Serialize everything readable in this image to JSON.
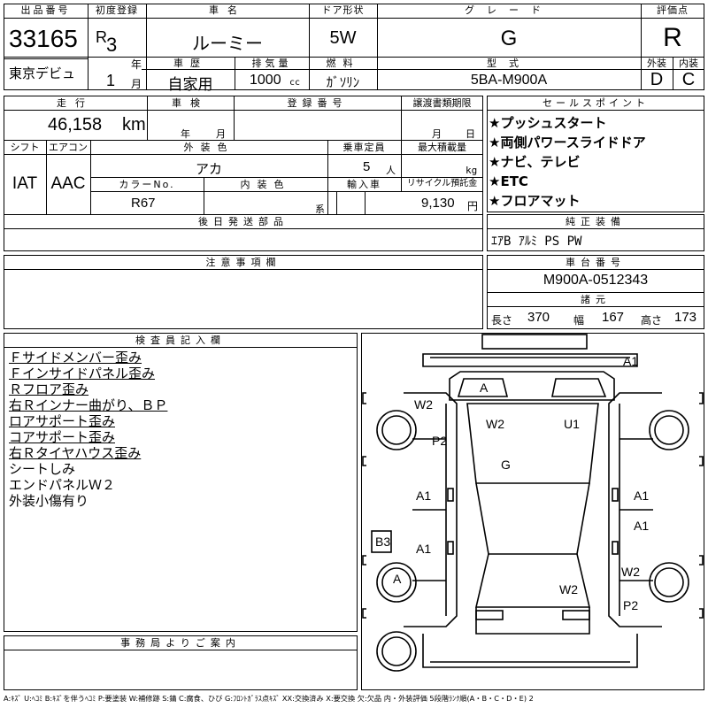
{
  "header": {
    "lot_label": "出品番号",
    "lot_number": "33165",
    "venue": "東京デビュ",
    "first_reg_label": "初度登録",
    "era": "R",
    "year": "3",
    "year_unit": "年",
    "month": "1",
    "month_unit": "月",
    "car_name_label": "車名",
    "car_name": "ルーミー",
    "door_label": "ドア形状",
    "door": "5W",
    "grade_label": "グレード",
    "grade": "G",
    "score_label": "評価点",
    "score": "R",
    "history_label": "車歴",
    "history": "自家用",
    "displacement_label": "排気量",
    "displacement": "1000",
    "displacement_unit": "cc",
    "fuel_label": "燃料",
    "fuel": "ｶﾞｿﾘﾝ",
    "model_label": "型式",
    "model": "5BA-M900A",
    "ext_label": "外装",
    "ext_grade": "D",
    "int_label": "内装",
    "int_grade": "C"
  },
  "specs": {
    "mileage_label": "走行",
    "mileage": "46,158",
    "mileage_unit": "km",
    "inspection_label": "車検",
    "insp_year_unit": "年",
    "insp_month_unit": "月",
    "reg_no_label": "登録番号",
    "transfer_label": "譲渡書類期限",
    "transfer_month_unit": "月",
    "transfer_day_unit": "日",
    "shift_label": "シフト",
    "shift": "IAT",
    "ac_label": "エアコン",
    "ac": "AAC",
    "color_label": "外装色",
    "color": "アカ",
    "capacity_label": "乗車定員",
    "capacity": "5",
    "capacity_unit": "人",
    "load_label": "最大積載量",
    "load_unit": "kg",
    "color_no_label": "カラーNo.",
    "color_no": "R67",
    "interior_color_label": "内装色",
    "interior_suffix": "系",
    "import_label": "輸入車",
    "recycle_label": "リサイクル預託金",
    "recycle": "9,130",
    "recycle_unit": "円",
    "after_parts_label": "後日発送部品"
  },
  "sales_points": {
    "label": "セールスポイント",
    "items": [
      "★プッシュスタート",
      "★両側パワースライドドア",
      "★ナビ、テレビ",
      "★ETC",
      "★フロアマット"
    ]
  },
  "equipment": {
    "label": "純正装備",
    "value": "ｴｱB ｱﾙﾐ PS PW"
  },
  "notes": {
    "label": "注意事項欄"
  },
  "chassis": {
    "label": "車台番号",
    "value": "M900A-0512343",
    "dims_label": "諸元",
    "length_label": "長さ",
    "length": "370",
    "width_label": "幅",
    "width": "167",
    "height_label": "高さ",
    "height": "173"
  },
  "inspector": {
    "label": "検査員記入欄",
    "items": [
      {
        "text": "Ｆサイドメンバー歪み",
        "underline": true
      },
      {
        "text": "Ｆインサイドパネル歪み",
        "underline": true
      },
      {
        "text": "Ｒフロア歪み",
        "underline": true
      },
      {
        "text": "右Ｒインナー曲がり、ＢＰ",
        "underline": true
      },
      {
        "text": "ロアサポート歪み",
        "underline": true
      },
      {
        "text": "コアサポート歪み",
        "underline": true
      },
      {
        "text": "右Ｒタイヤハウス歪み",
        "underline": true
      },
      {
        "text": "シートしみ",
        "underline": false
      },
      {
        "text": "エンドパネルＷ２",
        "underline": false
      },
      {
        "text": "外装小傷有り",
        "underline": false
      }
    ]
  },
  "office": {
    "label": "事務局よりご案内"
  },
  "damage_marks": {
    "a1_top": "A1",
    "a_hood": "A",
    "w2_lf": "W2",
    "p2_lf": "P2",
    "w2_roof": "W2",
    "u1_roof": "U1",
    "g_glass": "G",
    "a1_lfd": "A1",
    "a1_rfd": "A1",
    "a1_rrd": "A1",
    "a1_lrd": "A1",
    "b3_left": "B3",
    "a_lrw": "A",
    "w2_rr": "W2",
    "w2_rear": "W2",
    "p2_rr": "P2"
  },
  "legend": "A:ｷｽﾞ U:ﾍｺﾐ B:ｷｽﾞを伴うﾍｺﾐ P:要塗装 W:補修跡 S:錆 C:腐食、ひび G:ﾌﾛﾝﾄｶﾞﾗｽ点ｷｽﾞ XX:交換済み X:要交換 欠:欠品 内・外装評価 5段階ﾗﾝｸ順(A・B・C・D・E) 2"
}
